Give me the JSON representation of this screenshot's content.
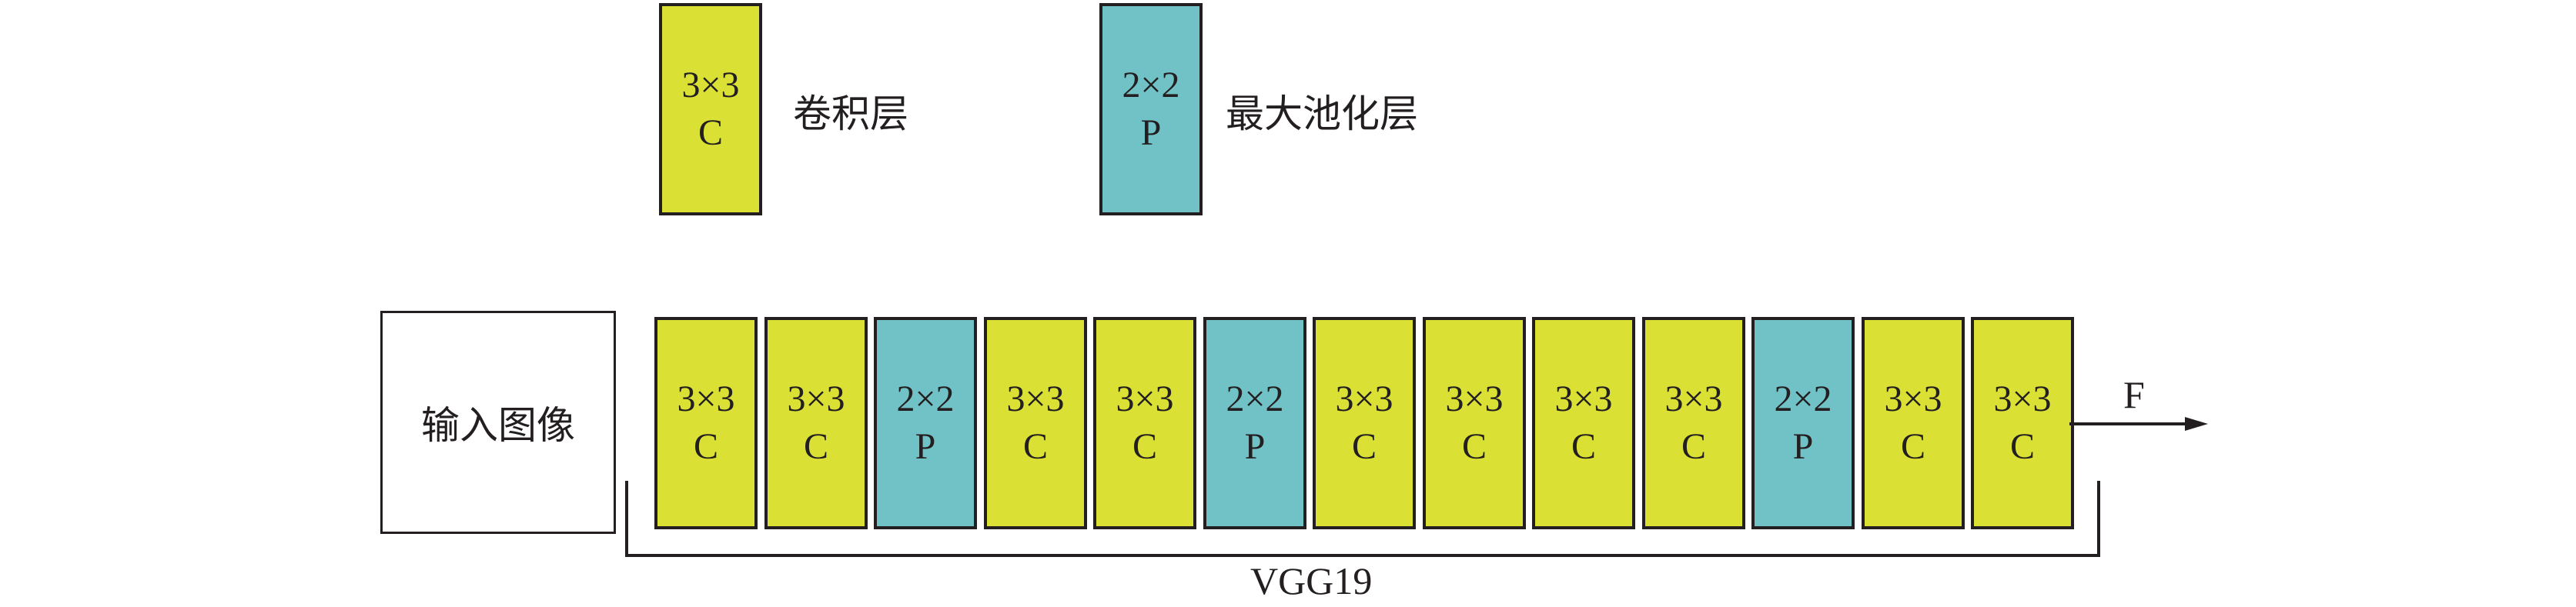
{
  "legend": {
    "conv": {
      "line1": "3×3",
      "line2": "C",
      "label": "卷积层"
    },
    "pool": {
      "line1": "2×2",
      "line2": "P",
      "label": "最大池化层"
    }
  },
  "input_label": "输入图像",
  "layers": [
    "C",
    "C",
    "P",
    "C",
    "C",
    "P",
    "C",
    "C",
    "C",
    "C",
    "P",
    "C",
    "C"
  ],
  "block_text": {
    "C": {
      "line1": "3×3",
      "line2": "C"
    },
    "P": {
      "line1": "2×2",
      "line2": "P"
    }
  },
  "output_label": "F",
  "network_label": "VGG19",
  "colors": {
    "conv": "#dbe134",
    "pool": "#70c2c6",
    "stroke": "#231f20"
  }
}
